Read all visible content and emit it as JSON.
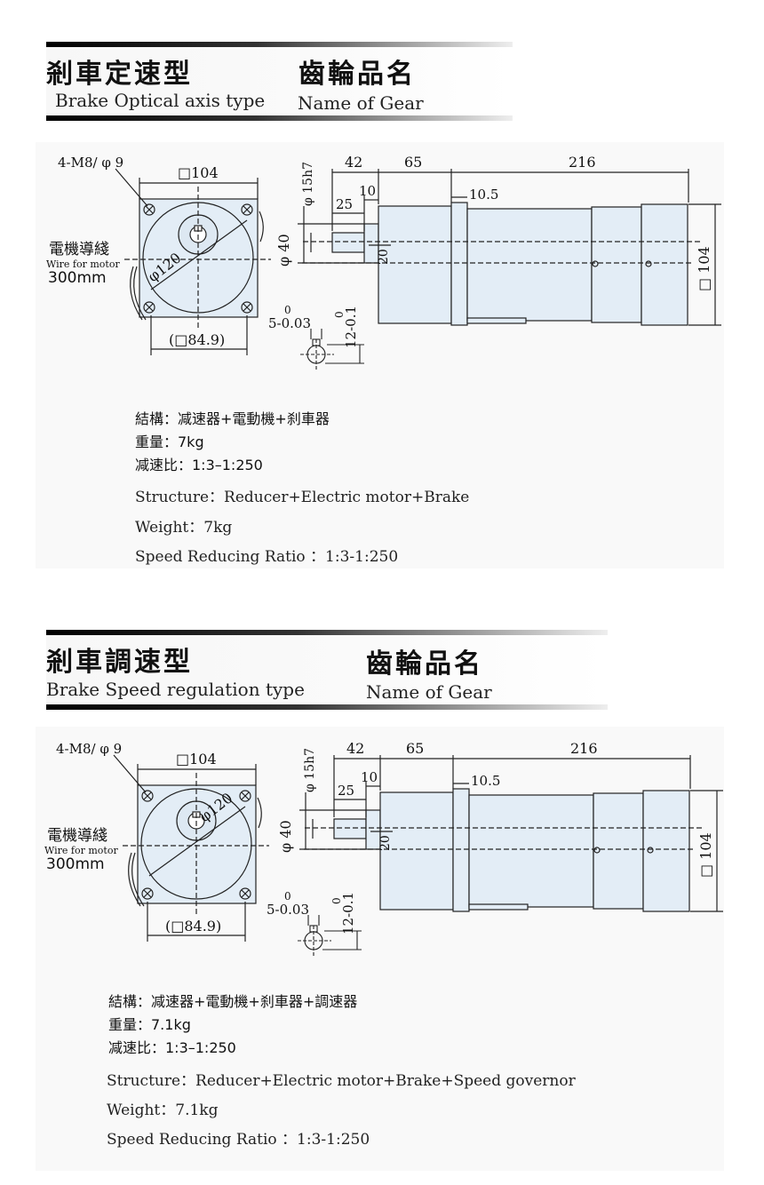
{
  "sections": [
    {
      "cn_title": "剎車定速型",
      "en_title": "Brake Optical axis type",
      "gear_cn": "齒輪品名",
      "gear_en": "Name of Gear",
      "dims": {
        "mount_holes": "4-M8/ φ 9",
        "flange_square": "□104",
        "pcd": "φ120",
        "inner_square": "(□84.9)",
        "wire_cn": "電機導綫",
        "wire_en": "Wire for motor",
        "wire_len": "300mm",
        "shaft_dia": "φ 15h7",
        "pilot_dia": "φ 40",
        "dim_42": "42",
        "dim_65": "65",
        "dim_216": "216",
        "dim_10": "10",
        "dim_25": "25",
        "dim_10_5": "10.5",
        "dim_20": "20",
        "height_104": "□ 104",
        "key_width": "5-0.03",
        "key_width_top": "0",
        "key_height": "12-0.1",
        "key_height_top": "0"
      },
      "spec_cn": {
        "structure": "結構：减速器+電動機+刹車器",
        "weight": "重量：7kg",
        "ratio": "减速比：1:3–1:250"
      },
      "spec_en": {
        "structure": "Structure：Reducer+Electric motor+Brake",
        "weight": "Weight：7kg",
        "ratio": "Speed Reducing Ratio ：1:3-1:250"
      }
    },
    {
      "cn_title": "剎車調速型",
      "en_title": "Brake Speed regulation type",
      "gear_cn": "齒輪品名",
      "gear_en": "Name of Gear",
      "dims": {
        "mount_holes": "4-M8/ φ 9",
        "flange_square": "□104",
        "pcd": "φ120",
        "inner_square": "(□84.9)",
        "wire_cn": "電機導綫",
        "wire_en": "Wire for motor",
        "wire_len": "300mm",
        "shaft_dia": "φ 15h7",
        "pilot_dia": "φ 40",
        "dim_42": "42",
        "dim_65": "65",
        "dim_216": "216",
        "dim_10": "10",
        "dim_25": "25",
        "dim_10_5": "10.5",
        "dim_20": "20",
        "height_104": "□ 104",
        "key_width": "5-0.03",
        "key_width_top": "0",
        "key_height": "12-0.1",
        "key_height_top": "0"
      },
      "spec_cn": {
        "structure": "結構：减速器+電動機+刹車器+調速器",
        "weight": "重量：7.1kg",
        "ratio": "减速比：1:3–1:250"
      },
      "spec_en": {
        "structure": "Structure：Reducer+Electric motor+Brake+Speed governor",
        "weight": "Weight：7.1kg",
        "ratio": "Speed Reducing Ratio ：1:3-1:250"
      }
    }
  ]
}
